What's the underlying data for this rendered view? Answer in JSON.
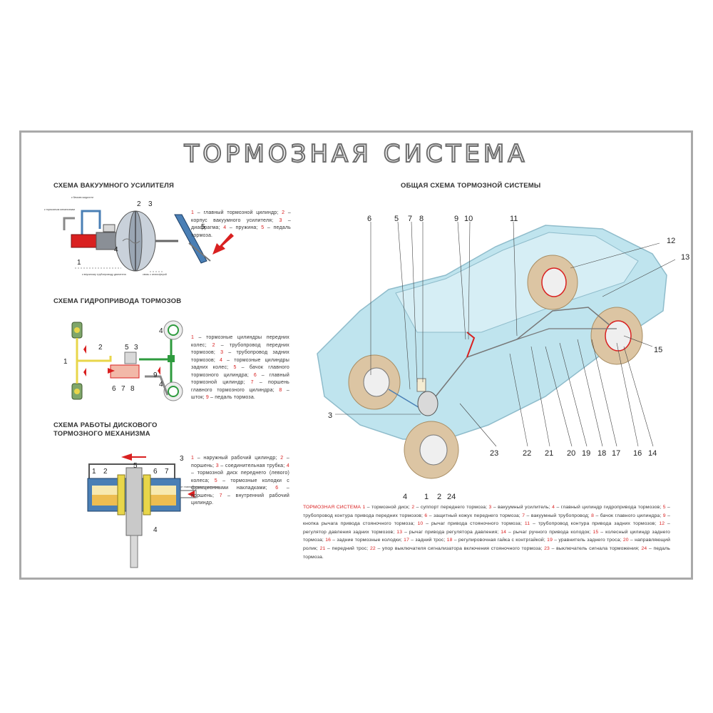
{
  "title": "ТОРМОЗНАЯ СИСТЕМА",
  "sections": {
    "vacuum": {
      "heading": "СХЕМА ВАКУУМНОГО УСИЛИТЕЛЯ",
      "legend": [
        {
          "n": "1",
          "text": " – главный тормозной цилиндр;"
        },
        {
          "n": "2",
          "text": " – корпус вакуумного усилителя;"
        },
        {
          "n": "3",
          "text": " – диафрагма;"
        },
        {
          "n": "4",
          "text": " – пружина;"
        },
        {
          "n": "5",
          "text": " – педаль тормоза."
        }
      ],
      "labels": [
        "1",
        "2",
        "3",
        "4",
        "5"
      ],
      "tiny_notes": [
        "к бачкам жидкости",
        "к тормозным механизмам",
        "к впускному трубопроводу двигателя",
        "связь с атмосферой"
      ]
    },
    "hydraulic": {
      "heading": "СХЕМА ГИДРОПРИВОДА ТОРМОЗОВ",
      "legend": [
        {
          "n": "1",
          "text": " – тормозные цилиндры передних колес;"
        },
        {
          "n": "2",
          "text": " – трубопровод передних тормозов;"
        },
        {
          "n": "3",
          "text": " – трубопровод задних тормозов;"
        },
        {
          "n": "4",
          "text": " – тормозные цилиндры задних колес;"
        },
        {
          "n": "5",
          "text": " – бачок главного тормозного цилиндра;"
        },
        {
          "n": "6",
          "text": " – главный тормозной цилиндр;"
        },
        {
          "n": "7",
          "text": " – поршень главного тормозного цилиндра;"
        },
        {
          "n": "8",
          "text": " – шток;"
        },
        {
          "n": "9",
          "text": " – педаль тормоза."
        }
      ],
      "labels": [
        "1",
        "2",
        "5",
        "3",
        "4",
        "4",
        "9",
        "6",
        "7",
        "8"
      ]
    },
    "disc": {
      "heading_line1": "СХЕМА РАБОТЫ ДИСКОВОГО",
      "heading_line2": "ТОРМОЗНОГО МЕХАНИЗМА",
      "legend": [
        {
          "n": "1",
          "text": " – наружный рабочий цилиндр;"
        },
        {
          "n": "2",
          "text": " – поршень;"
        },
        {
          "n": "3",
          "text": " – соединительная трубка;"
        },
        {
          "n": "4",
          "text": " – тормозной диск переднего (левого) колеса;"
        },
        {
          "n": "5",
          "text": " – тормозные колодки с фрикционными накладками;"
        },
        {
          "n": "6",
          "text": " – поршень;"
        },
        {
          "n": "7",
          "text": " – внутренний рабочий цилиндр."
        }
      ],
      "labels": [
        "1",
        "2",
        "5",
        "6",
        "7",
        "3",
        "4"
      ],
      "tiny_notes": [
        "от главного тормозного цилиндра"
      ]
    },
    "general": {
      "heading": "ОБЩАЯ СХЕМА ТОРМОЗНОЙ СИСТЕМЫ",
      "callouts": [
        "6",
        "5",
        "7",
        "8",
        "9",
        "10",
        "11",
        "12",
        "13",
        "15",
        "3",
        "23",
        "22",
        "21",
        "20",
        "19",
        "18",
        "17",
        "16",
        "14",
        "4",
        "1",
        "2",
        "24"
      ],
      "legend_title": "ТОРМОЗНАЯ СИСТЕМА",
      "legend": [
        {
          "n": "1",
          "text": " – тормозной диск;"
        },
        {
          "n": "2",
          "text": " – суппорт переднего тормоза;"
        },
        {
          "n": "3",
          "text": " – вакуумный усилитель;"
        },
        {
          "n": "4",
          "text": " – главный цилиндр гидропривода тормозов;"
        },
        {
          "n": "5",
          "text": " – трубопровод контура привода передних тормозов;"
        },
        {
          "n": "6",
          "text": " – защитный кожух переднего тормоза;"
        },
        {
          "n": "7",
          "text": " – вакуумный трубопровод;"
        },
        {
          "n": "8",
          "text": " – бачок главного цилиндра;"
        },
        {
          "n": "9",
          "text": " – кнопка рычага привода стояночного тормоза;"
        },
        {
          "n": "10",
          "text": " – рычаг привода стояночного тормоза;"
        },
        {
          "n": "11",
          "text": " – трубопровод контура привода задних тормозов;"
        },
        {
          "n": "12",
          "text": " – регулятор давления задних тормозов;"
        },
        {
          "n": "13",
          "text": " – рычаг привода регулятора давления;"
        },
        {
          "n": "14",
          "text": " – рычаг ручного привода колодок;"
        },
        {
          "n": "15",
          "text": " – колесный цилиндр заднего тормоза;"
        },
        {
          "n": "16",
          "text": " – задние тормозные колодки;"
        },
        {
          "n": "17",
          "text": " – задний трос;"
        },
        {
          "n": "18",
          "text": " – регулировочная гайка с контргайкой;"
        },
        {
          "n": "19",
          "text": " – уравнитель заднего троса;"
        },
        {
          "n": "20",
          "text": " – направляющий ролик;"
        },
        {
          "n": "21",
          "text": " – передний трос;"
        },
        {
          "n": "22",
          "text": " – упор выключателя сигнализатора включения стояночного тормоза;"
        },
        {
          "n": "23",
          "text": " – выключатель сигнала торможения;"
        },
        {
          "n": "24",
          "text": " – педаль тормоза."
        }
      ]
    }
  },
  "colors": {
    "frame": "#a9a9a9",
    "red": "#d92020",
    "car_body": "#bfe4ee",
    "wheel": "#dcc5a3",
    "pipe_yellow": "#e8d64a",
    "pipe_green": "#2e9b3e",
    "vacuum_blue": "#4a7fb5"
  }
}
